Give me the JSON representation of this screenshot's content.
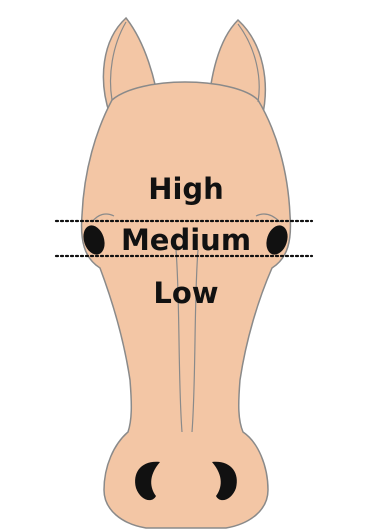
{
  "colors": {
    "coat": "#F3C6A5",
    "outline": "#8A8A8A",
    "eye": "#111111",
    "nostril": "#111111",
    "dotted_line": "#111111",
    "text": "#111111",
    "background": "#FFFFFF"
  },
  "zones": {
    "high": "High",
    "medium": "Medium",
    "low": "Low"
  }
}
